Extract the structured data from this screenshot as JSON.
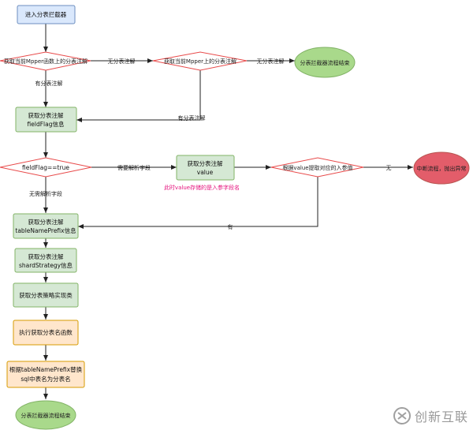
{
  "nodes": {
    "start": "进入分表拦截器",
    "check_method": "获取当前Mpper函数上的分表注解",
    "check_mapper": "获取当前Mpper上的分表注解",
    "end_top": "分表拦截器流程结束",
    "get_fieldflag_line1": "获取分表注解",
    "get_fieldflag_line2": "fieldFlag信息",
    "fieldflag_check": "fieldFlag==true",
    "get_value_line1": "获取分表注解",
    "get_value_line2": "value",
    "value_note": "此时value存储的是入参字段名",
    "param_check": "根据value提取对应的入参值",
    "abort": "中断流程，抛出异常",
    "get_prefix_line1": "获取分表注解",
    "get_prefix_line2": "tableNamePrefix信息",
    "get_strategy_line1": "获取分表注解",
    "get_strategy_line2": "shardStrategy信息",
    "get_impl": "获取分表策略实现类",
    "exec_func": "执行获取分表名函数",
    "replace_line1": "根据tableNamePrefix替换",
    "replace_line2": "sql中表名为分表名",
    "end_bottom": "分表拦截器流程结束"
  },
  "edge_labels": {
    "no_anno_1": "无分表注解",
    "no_anno_2": "无分表注解",
    "has_anno_1": "有分表注解",
    "has_anno_2": "有分表注解",
    "need_parse": "需要解析字段",
    "no_parse": "无需解析字段",
    "none": "无",
    "has": "有"
  },
  "colors": {
    "blue_fill": "#dae8fc",
    "blue_stroke": "#6c8ebf",
    "green_fill": "#d5e8d4",
    "green_stroke": "#82b366",
    "orange_fill": "#ffe6cc",
    "orange_stroke": "#d79b00",
    "red_fill": "#f8cecc",
    "red_stroke": "#b85450",
    "terminal_green": "#a9d98b",
    "terminal_red": "#e35d6a",
    "note_pink": "#e5127d",
    "diamond_stroke": "#e84a4a"
  },
  "watermark": "创新互联"
}
